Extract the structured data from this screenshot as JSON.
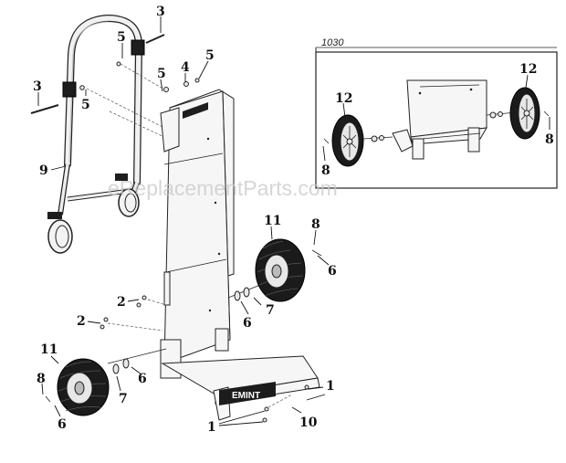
{
  "diagram": {
    "inset_title": "1030",
    "watermark": "eReplacementParts.com",
    "plate_label": "EMINT",
    "callouts": {
      "c3a": "3",
      "c3b": "3",
      "c5a": "5",
      "c5b": "5",
      "c5c": "5",
      "c5d": "5",
      "c4": "4",
      "c9": "9",
      "c11a": "11",
      "c11b": "11",
      "c8a": "8",
      "c8b": "8",
      "c8c": "8",
      "c8d": "8",
      "c6a": "6",
      "c6b": "6",
      "c6c": "6",
      "c6d": "6",
      "c7a": "7",
      "c7b": "7",
      "c2a": "2",
      "c2b": "2",
      "c1a": "1",
      "c1b": "1",
      "c10": "10",
      "c12a": "12",
      "c12b": "12"
    }
  }
}
